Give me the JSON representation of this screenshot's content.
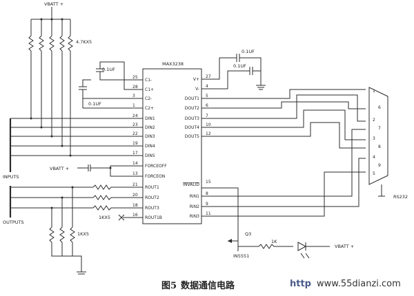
{
  "labels": {
    "vbatt_top": "VBATT +",
    "res_pullup": "4.7KX5",
    "chip": "MAX3238",
    "cap_a": "0.1UF",
    "cap_b": "0.1UF",
    "cap_c": "0.1UF",
    "cap_d": "0.1UF",
    "inputs": "INPUTS",
    "outputs": "OUTPUTS",
    "vbatt_force": "VBATT +",
    "res_out_series": "1KX5",
    "res_out_pull": "1KX5",
    "transistor": "Q3",
    "diode": "IN5551",
    "res_led": "1K",
    "vbatt_led": "VBATT +",
    "connector": "RS232"
  },
  "left_pins": [
    {
      "num": "25",
      "name": "C1-"
    },
    {
      "num": "28",
      "name": "C1+"
    },
    {
      "num": "3",
      "name": "C2-"
    },
    {
      "num": "1",
      "name": "C2+"
    },
    {
      "num": "24",
      "name": "DIN1"
    },
    {
      "num": "23",
      "name": "DIN2"
    },
    {
      "num": "22",
      "name": "DIN3"
    },
    {
      "num": "19",
      "name": "DIN4"
    },
    {
      "num": "17",
      "name": "DIN5"
    },
    {
      "num": "14",
      "name": "FORCEOFF"
    },
    {
      "num": "13",
      "name": "FORCEON"
    },
    {
      "num": "21",
      "name": "ROUT1"
    },
    {
      "num": "20",
      "name": "ROUT2"
    },
    {
      "num": "18",
      "name": "ROUT3"
    },
    {
      "num": "16",
      "name": "ROUT1B"
    }
  ],
  "right_pins": [
    {
      "num": "27",
      "name": "V+"
    },
    {
      "num": "4",
      "name": "V-"
    },
    {
      "num": "5",
      "name": "DOUT1"
    },
    {
      "num": "6",
      "name": "DOUT2"
    },
    {
      "num": "7",
      "name": "DOUT3"
    },
    {
      "num": "10",
      "name": "DOUT4"
    },
    {
      "num": "12",
      "name": "DOUT5"
    },
    {
      "num": "15",
      "name": "INVALID"
    },
    {
      "num": "8",
      "name": "RIN1"
    },
    {
      "num": "9",
      "name": "RIN2"
    },
    {
      "num": "11",
      "name": "RIN3"
    }
  ],
  "db9_pins": [
    "1",
    "6",
    "2",
    "7",
    "3",
    "8",
    "4",
    "9",
    "5"
  ],
  "caption": {
    "figure": "图5",
    "title": "数据通信电路"
  },
  "watermark": {
    "prefix": "http",
    "site": "www.55dianzi.com"
  }
}
